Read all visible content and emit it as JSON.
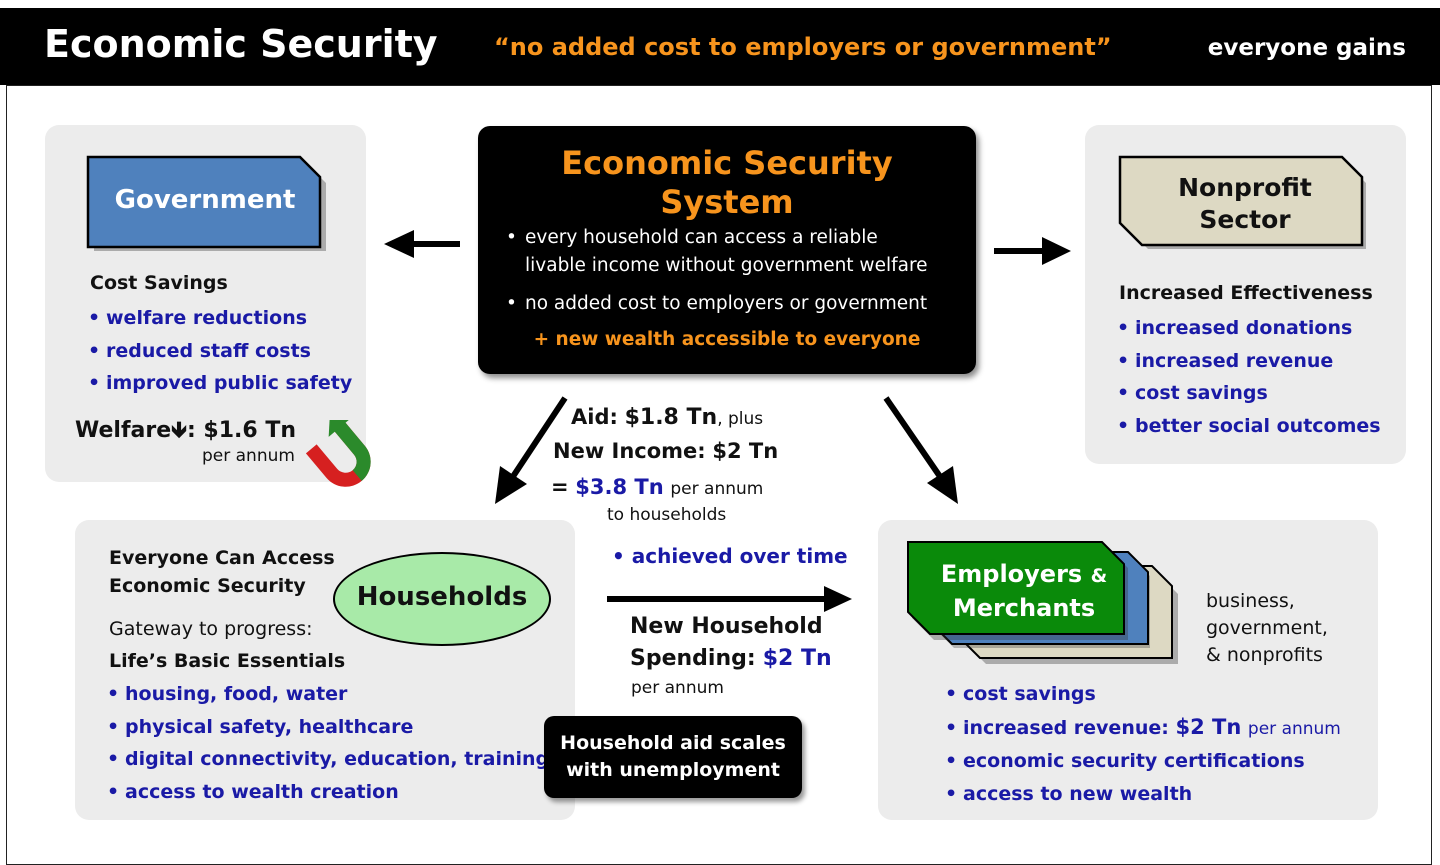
{
  "header": {
    "title": "Economic Security",
    "tagline": "“no added cost to employers or government”",
    "right": "everyone gains"
  },
  "center": {
    "title_line1": "Economic Security",
    "title_line2": "System",
    "bullet1_line1": "every household can access a reliable",
    "bullet1_line2": "livable income without government welfare",
    "bullet2": "no added cost to employers or government",
    "extra": "+ new wealth accessible to everyone"
  },
  "government": {
    "label": "Government",
    "heading": "Cost Savings",
    "items": [
      "welfare reductions",
      "reduced staff costs",
      "improved public safety"
    ],
    "welfare_label": "Welfare",
    "welfare_arrow": "🡻",
    "welfare_value": ": $1.6 Tn",
    "welfare_unit": "per annum"
  },
  "nonprofit": {
    "label_line1": "Nonprofit",
    "label_line2": "Sector",
    "heading": "Increased Effectiveness",
    "items": [
      "increased donations",
      "increased revenue",
      "cost savings",
      "better social outcomes"
    ]
  },
  "flow": {
    "aid_label": "Aid:",
    "aid_value": "$1.8 Tn",
    "aid_suffix": ", plus",
    "income_label": "New Income:",
    "income_value": "$2 Tn",
    "total_prefix": "=",
    "total_value": "$3.8 Tn",
    "total_unit": "per annum",
    "total_to": "to households",
    "over_time": "• achieved over time",
    "spending_line1": "New Household",
    "spending_label": "Spending:",
    "spending_value": "$2 Tn",
    "spending_unit": "per annum"
  },
  "households": {
    "label": "Households",
    "heading_line1": "Everyone Can Access",
    "heading_line2": "Economic Security",
    "gateway": "Gateway to progress:",
    "essentials": "Life’s Basic Essentials",
    "items": [
      "housing, food, water",
      "physical safety, healthcare",
      "digital connectivity, education, training",
      "access to wealth creation"
    ]
  },
  "scale_box": {
    "line1": "Household aid scales",
    "line2": "with unemployment"
  },
  "employers": {
    "label_line1": "Employers",
    "label_amp": "&",
    "label_line2": "Merchants",
    "side_line1": "business,",
    "side_line2": "government,",
    "side_line3": "& nonprofits",
    "item1": "cost savings",
    "item2_label": "increased revenue:",
    "item2_value": "$2 Tn",
    "item2_unit": "per annum",
    "item3": "economic security certifications",
    "item4": "access to new wealth"
  },
  "colors": {
    "orange": "#f7941d",
    "government_blue": "#4f81bd",
    "nonprofit_tan": "#ddd9c3",
    "employer_green": "#0a8a0a",
    "household_green": "#a8eaa8",
    "text_blue": "#1a1aa6"
  }
}
